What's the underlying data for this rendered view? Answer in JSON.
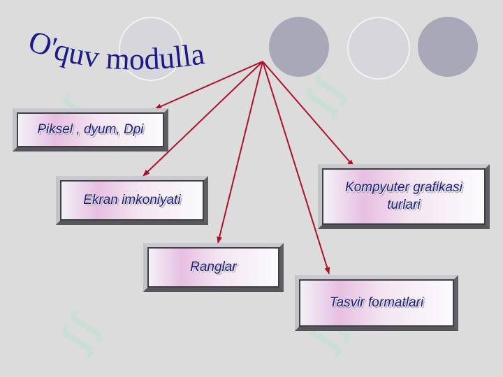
{
  "title": "O'quv modullari",
  "colors": {
    "background": "#dcdcdc",
    "text": "#1a1a8c",
    "arrow": "#b01028",
    "box_pink": "#e7bfe2",
    "circle_gray": "#a8a8b8",
    "watermark": "#bfe3cf"
  },
  "modules": [
    {
      "label": "Piksel , dyum, Dpi"
    },
    {
      "label": "Ekran imkoniyati"
    },
    {
      "label": "Ranglar"
    },
    {
      "label": "Kompyuter grafikasi turlari"
    },
    {
      "label": "Tasvir formatlari"
    }
  ]
}
